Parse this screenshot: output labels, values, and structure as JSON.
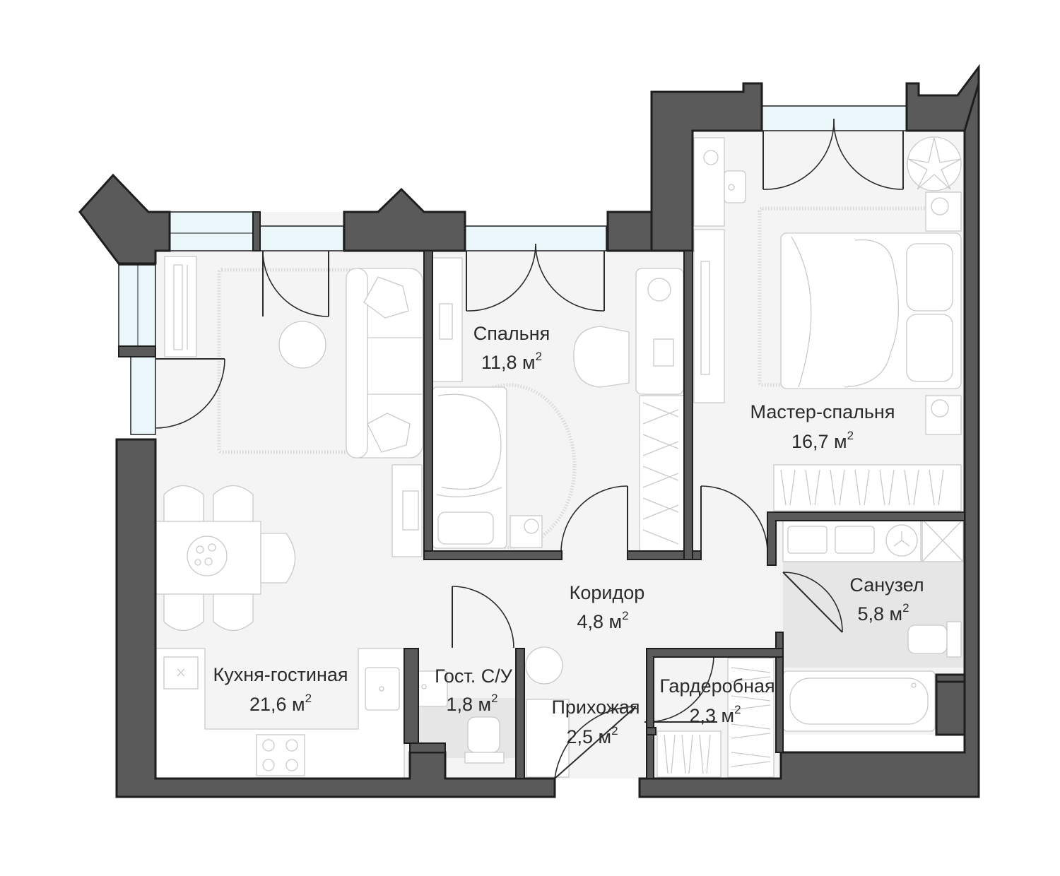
{
  "plan": {
    "rooms": [
      {
        "id": "kitchen-living",
        "label": "Кухня-гостиная",
        "area": "21,6 м",
        "sup": "2"
      },
      {
        "id": "bedroom",
        "label": "Спальня",
        "area": "11,8 м",
        "sup": "2"
      },
      {
        "id": "master-bedroom",
        "label": "Мастер-спальня",
        "area": "16,7 м",
        "sup": "2"
      },
      {
        "id": "corridor",
        "label": "Коридор",
        "area": "4,8 м",
        "sup": "2"
      },
      {
        "id": "bathroom",
        "label": "Санузел",
        "area": "5,8 м",
        "sup": "2"
      },
      {
        "id": "guest-wc",
        "label": "Гост. С/У",
        "area": "1,8 м",
        "sup": "2"
      },
      {
        "id": "hallway",
        "label": "Прихожая",
        "area": "2,5 м",
        "sup": "2"
      },
      {
        "id": "wardrobe",
        "label": "Гардеробная",
        "area": "2,3 м",
        "sup": "2"
      }
    ],
    "colors": {
      "wall_fill": "#5a5a5a",
      "wall_stroke": "#1e1e1e",
      "floor": "#f4f4f4",
      "wet_floor": "#e6e6e6",
      "window_glass": "#eaf6fa",
      "furniture": "#c9c9c9"
    }
  }
}
